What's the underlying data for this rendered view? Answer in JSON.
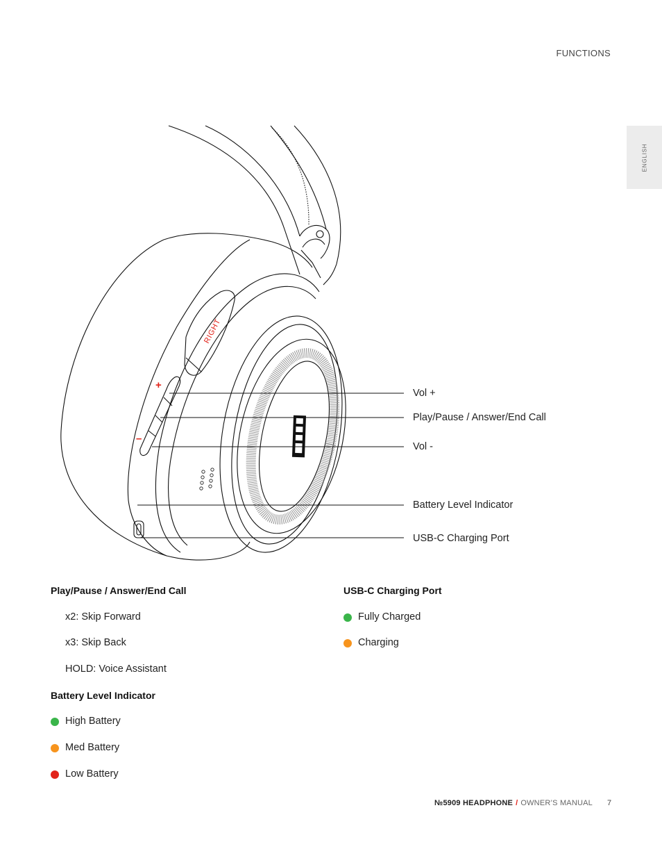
{
  "header": {
    "section": "FUNCTIONS"
  },
  "side_tab": {
    "language": "ENGLISH"
  },
  "diagram": {
    "side_label": "RIGHT",
    "plus_glyph": "+",
    "minus_glyph": "–",
    "callouts": [
      "Vol +",
      "Play/Pause / Answer/End Call",
      "Vol -",
      "Battery Level Indicator",
      "USB-C Charging Port"
    ]
  },
  "left_column": {
    "play_heading": "Play/Pause / Answer/End Call",
    "play_items": [
      "x2: Skip Forward",
      "x3: Skip Back",
      "HOLD: Voice Assistant"
    ],
    "battery_heading": "Battery Level Indicator",
    "battery_items": [
      {
        "label": "High Battery",
        "color": "#3ab54a"
      },
      {
        "label": "Med Battery",
        "color": "#f7941d"
      },
      {
        "label": "Low Battery",
        "color": "#e2231a"
      }
    ]
  },
  "right_column": {
    "usb_heading": "USB-C Charging Port",
    "usb_items": [
      {
        "label": "Fully Charged",
        "color": "#3ab54a"
      },
      {
        "label": "Charging",
        "color": "#f7941d"
      }
    ]
  },
  "footer": {
    "model": "№5909 HEADPHONE",
    "separator": "/",
    "manual": "OWNER’S MANUAL",
    "page": "7"
  },
  "colors": {
    "accent": "#e2231a"
  }
}
